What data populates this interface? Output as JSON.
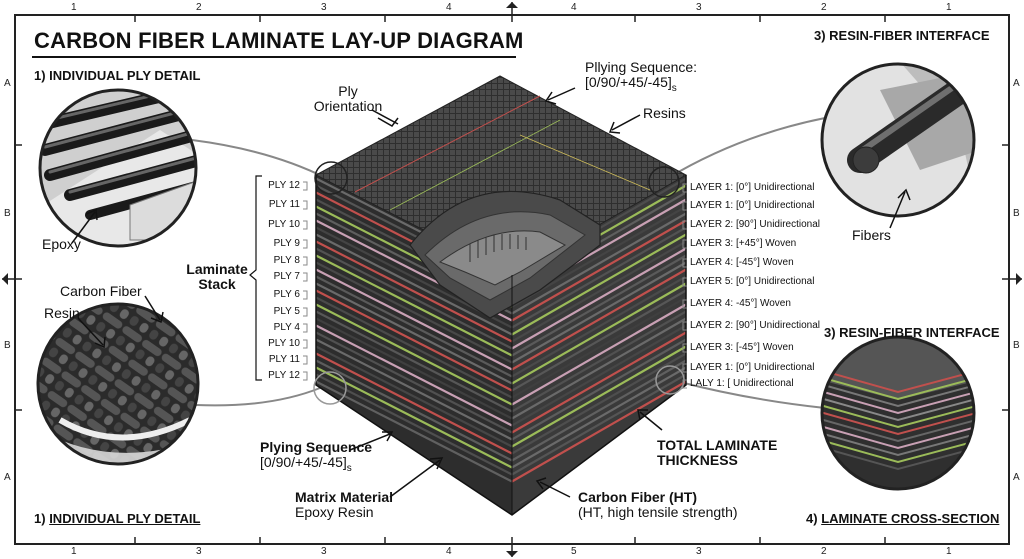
{
  "title": "CARBON FIBER LAMINATE LAY-UP DIAGRAM",
  "zones": {
    "top": [
      "1",
      "2",
      "3",
      "4",
      "4",
      "3",
      "2",
      "1"
    ],
    "bottom": [
      "1",
      "3",
      "3",
      "4",
      "5",
      "3",
      "2",
      "1"
    ],
    "left": [
      "A",
      "B",
      "B",
      "A"
    ],
    "right": [
      "A",
      "B",
      "B",
      "A"
    ]
  },
  "sections": {
    "ply_detail_top": "1) INDIVIDUAL PLY DETAIL",
    "ply_detail_bottom_num": "1)",
    "ply_detail_bottom": "INDIVIDUAL PLY DETAIL",
    "resin_interface_top": "3) RESIN-FIBER INTERFACE",
    "resin_interface_mid": "3) RESIN-FIBER INTERFACE",
    "cross_section_num": "4)",
    "cross_section": "LAMINATE CROSS-SECTION"
  },
  "callouts": {
    "ply_orientation_1": "Ply",
    "ply_orientation_2": "Orientation",
    "plying_seq_top_1": "Pllying Sequence:",
    "plying_seq_top_2": "[0/90/+45/-45]",
    "plying_seq_top_sub": "s",
    "resins": "Resins",
    "epoxy": "Epoxy",
    "carbon_fiber": "Carbon Fiber",
    "resin": "Resin",
    "fibers": "Fibers",
    "laminate_stack_1": "Laminate",
    "laminate_stack_2": "Stack",
    "plying_seq_bottom_1": "Plying Sequence",
    "plying_seq_bottom_2": "[0/90/+45/-45]",
    "plying_seq_bottom_sub": "s",
    "matrix_material": "Matrix Material",
    "epoxy_resin": "Epoxy Resin",
    "carbon_fiber_ht": "Carbon Fiber (HT)",
    "carbon_fiber_ht_desc": "(HT, high tensile strength)",
    "total_thickness_1": "TOTAL LAMINATE",
    "total_thickness_2": "THICKNESS"
  },
  "plies": [
    "PLY 12",
    "PLY 11",
    "PLY 10",
    "PLY 9",
    "PLY 8",
    "PLY 7",
    "PLY 6",
    "PLY 5",
    "PLY 4",
    "PLY 10",
    "PLY 11",
    "PLY 12"
  ],
  "layers": [
    "LAYER 1: [0°] Unidirectional",
    "LAYER 1: [0°] Unidirectional",
    "LAYER 2: [90°] Unidirectional",
    "LAYER 3: [+45°] Woven",
    "LAYER 4: [-45°] Woven",
    "LAYER 5: [0°] Unidirectional",
    "LAYER 4: -45°] Woven",
    "LAYER 2: [90°] Unidirectional",
    "LAYER 3: [-45°] Woven",
    "LAYER 1: [0°] Unidirectional",
    "LALY 1: [ Unidirectional"
  ],
  "colors": {
    "ink": "#111111",
    "carbon": "#3a3a3a",
    "carbon_light": "#6a6a6a",
    "resin_red": "#c0504d",
    "resin_green": "#9bbb59",
    "resin_pink": "#c8a0b4",
    "leader_gray": "#aaaaaa"
  }
}
